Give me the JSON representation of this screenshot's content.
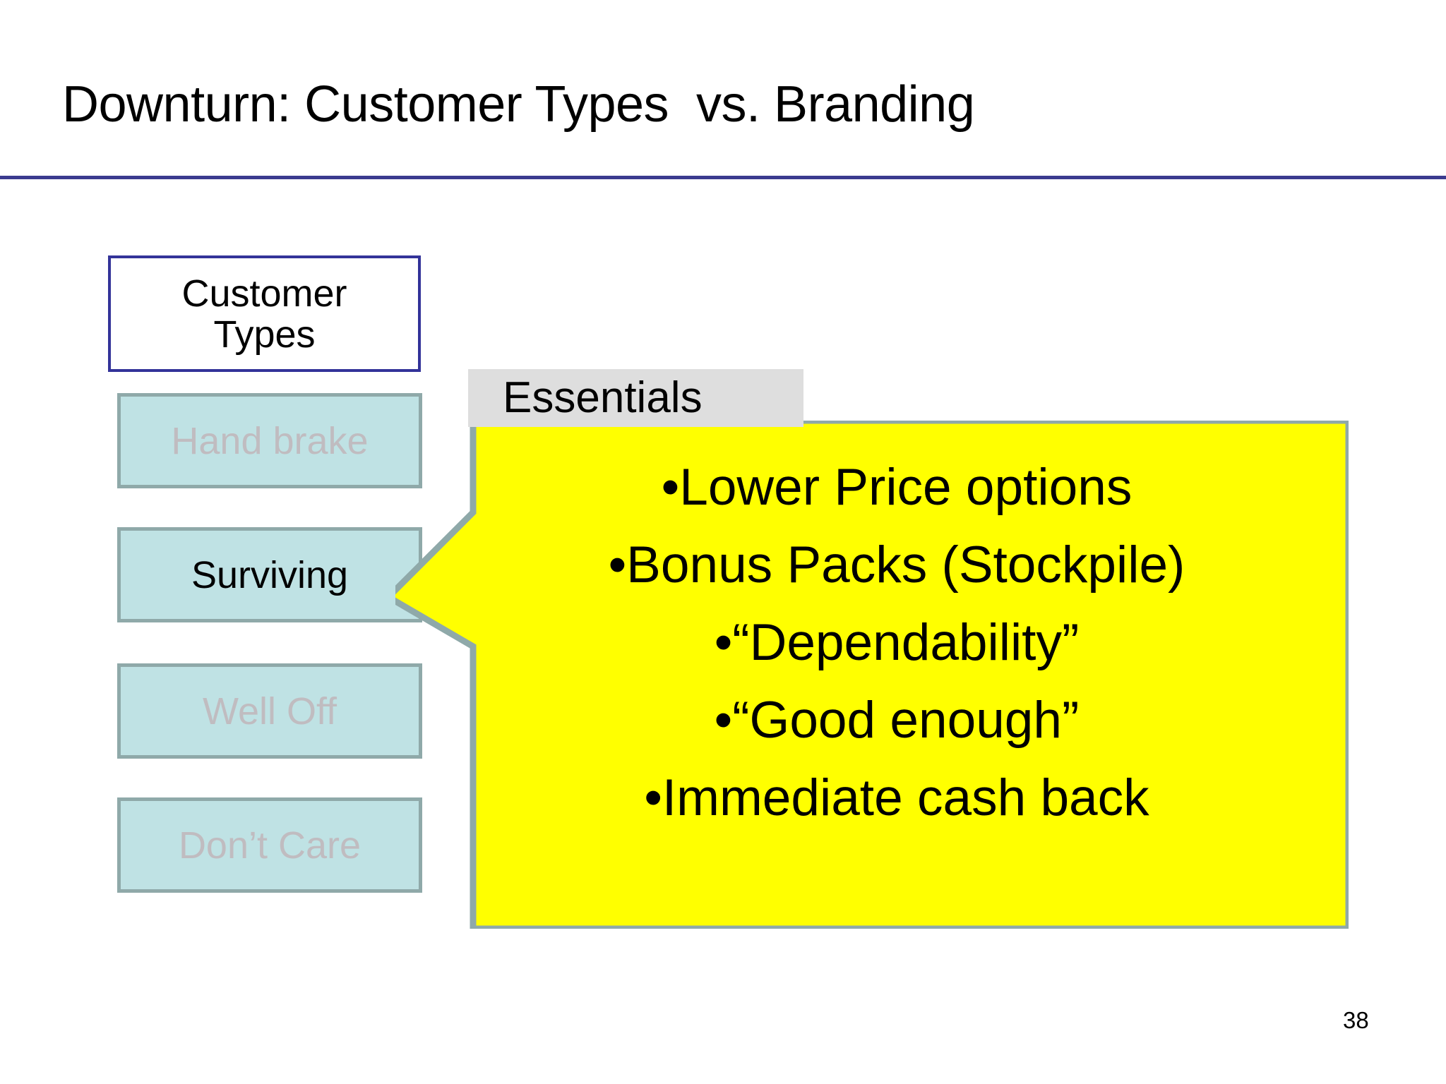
{
  "slide": {
    "title": "Downturn: Customer Types  vs. Branding",
    "page_number": "38",
    "colors": {
      "title_rule": "#3b3b8f",
      "customer_box_border": "#333399",
      "type_box_fill": "#bfe2e4",
      "type_box_border": "#8fa9a9",
      "type_box_dim_text": "#c0bcc0",
      "callout_fill": "#ffff00",
      "callout_border": "#8fa9a9",
      "essentials_fill": "#dedede"
    }
  },
  "customer_types": {
    "heading": "Customer\nTypes",
    "items": [
      {
        "label": "Hand brake",
        "state": "dim"
      },
      {
        "label": "Surviving",
        "state": "active"
      },
      {
        "label": "Well Off",
        "state": "dim"
      },
      {
        "label": "Don’t Care",
        "state": "dim"
      }
    ]
  },
  "callout": {
    "tab_label": "Essentials",
    "bullets": [
      "•Lower Price options",
      "•Bonus Packs (Stockpile)",
      "•“Dependability”",
      "•“Good enough”",
      "•Immediate cash back"
    ]
  }
}
